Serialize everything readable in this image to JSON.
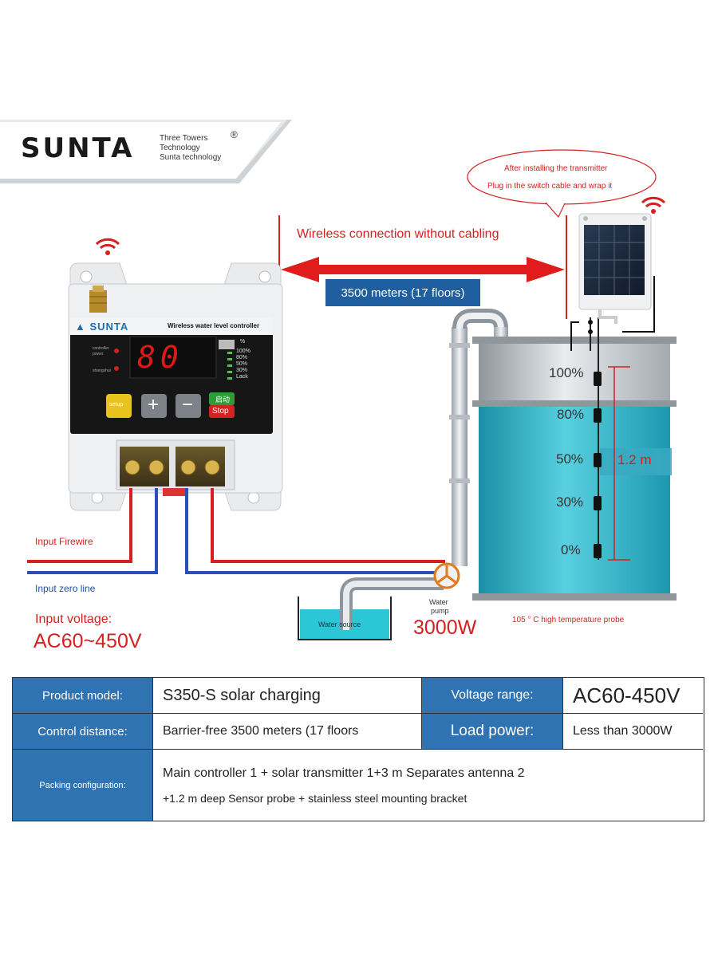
{
  "logo": {
    "brand": "SUNTA",
    "tagline_line1": "Three Towers",
    "tagline_line2": "Technology",
    "tagline_line3": "Sunta technology",
    "registered_mark": "®"
  },
  "transmitter_bubble": {
    "line1": "After installing the transmitter",
    "line2": "Plug in the switch cable and wrap it"
  },
  "wireless_label": "Wireless connection without cabling",
  "distance_badge": "3500 meters (17 floors)",
  "controller": {
    "brand": "SUNTA",
    "title": "Wireless water level controller",
    "display_value": "80",
    "small_label1": "controller",
    "small_label2": "power",
    "small_label3": "shangshui",
    "level_marks": [
      "100%",
      "80%",
      "50%",
      "30%",
      "Lack"
    ],
    "top_mark": "%",
    "btn_setup": "setup",
    "btn_plus": "+",
    "btn_minus": "−",
    "btn_start": "启动",
    "btn_stop": "Stop"
  },
  "wiring": {
    "firewire": "Input Firewire",
    "zero_line": "Input zero line",
    "voltage_label": "Input voltage:",
    "voltage_value": "AC60~450V"
  },
  "pump": {
    "water_source": "Water source",
    "pump_label_line1": "Water",
    "pump_label_line2": "pump",
    "power": "3000W"
  },
  "tank": {
    "levels": [
      "100%",
      "80%",
      "50%",
      "30%",
      "0%"
    ],
    "depth": "1.2 m",
    "probe_note": "105 ° C high temperature probe"
  },
  "specs": {
    "product_model_label": "Product model:",
    "product_model_value": "S350-S solar charging",
    "voltage_range_label": "Voltage range:",
    "voltage_range_value": "AC60-450V",
    "control_distance_label": "Control distance:",
    "control_distance_value": "Barrier-free 3500 meters (17 floors",
    "load_power_label": "Load power:",
    "load_power_value": "Less than 3000W",
    "packing_label": "Packing configuration:",
    "packing_line1": "Main controller 1 + solar transmitter 1+3 m Separates antenna 2",
    "packing_line2": "+1.2 m deep Sensor probe + stainless steel mounting bracket"
  },
  "colors": {
    "accent_blue": "#2f73b3",
    "wire_red": "#d62020",
    "wire_blue": "#2a4fb8",
    "water": "#2fb2c8"
  }
}
